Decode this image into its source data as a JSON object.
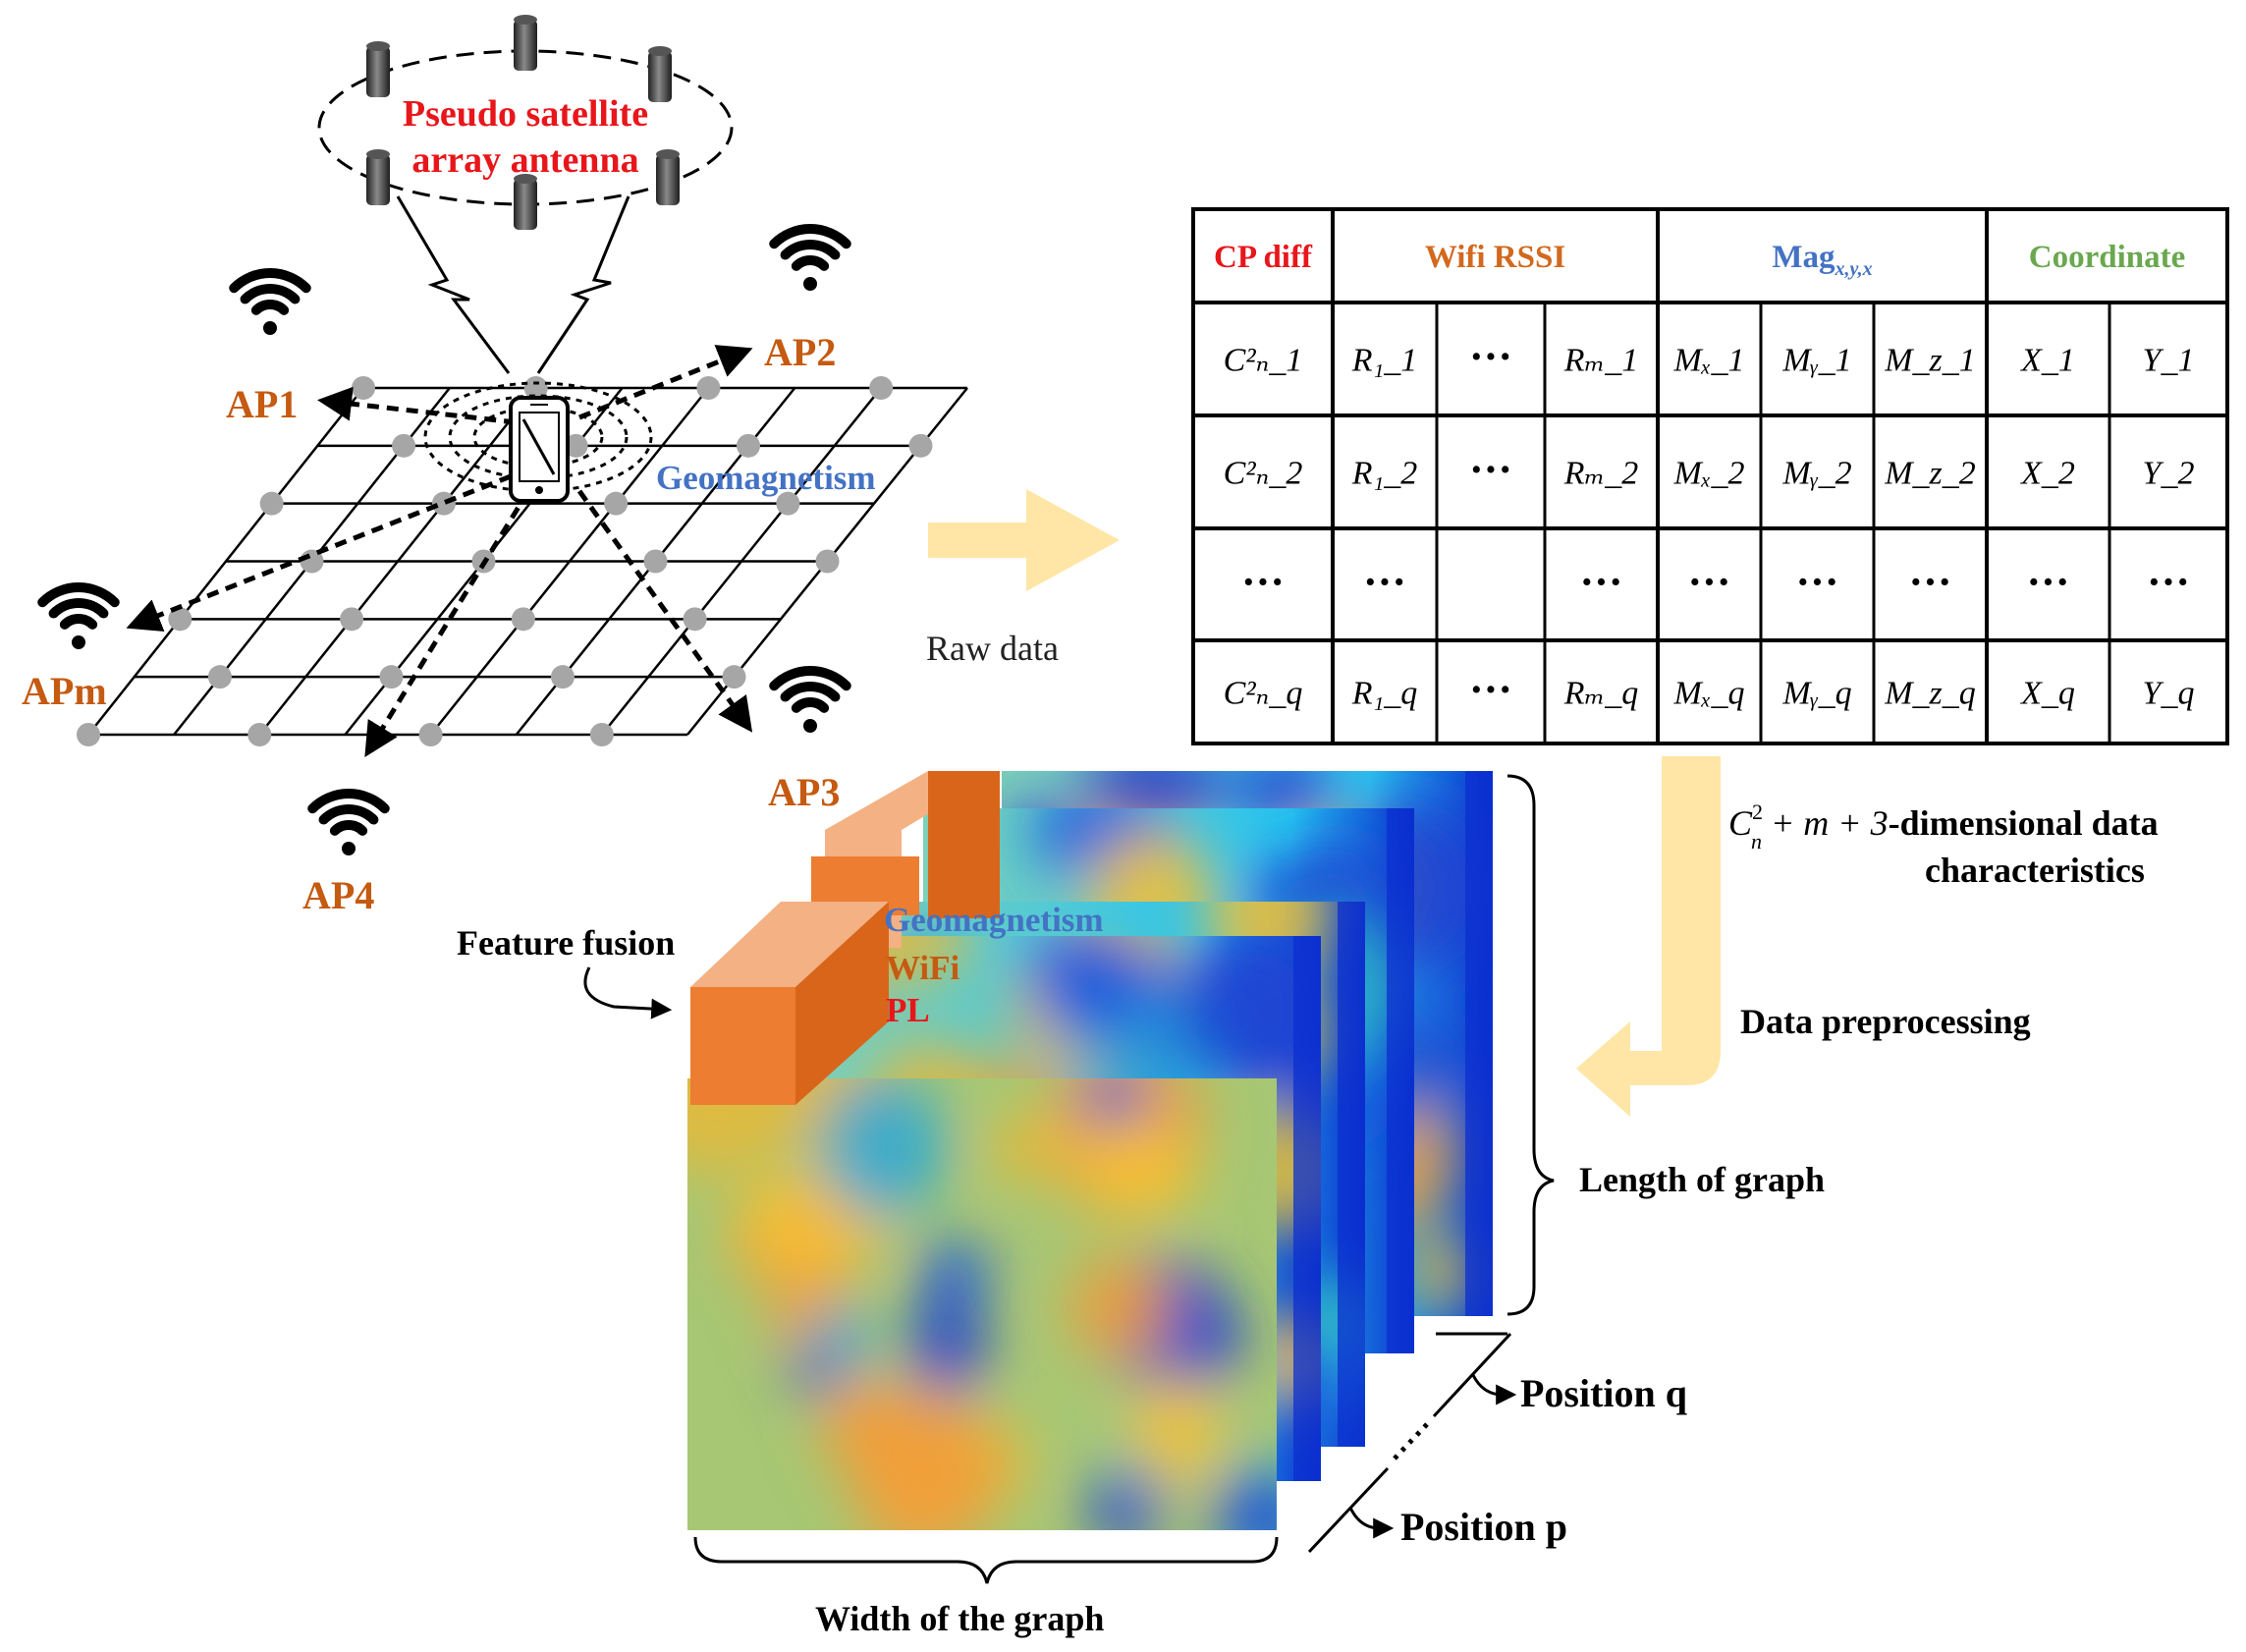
{
  "labels": {
    "pseudo_line1": "Pseudo satellite",
    "pseudo_line2": "array antenna",
    "ap1": "AP1",
    "ap2": "AP2",
    "ap3": "AP3",
    "ap4": "AP4",
    "apm": "APm",
    "geomagnetism": "Geomagnetism",
    "raw_data": "Raw data",
    "dimensional_prefix_base": "C",
    "dimensional_prefix_sup": "2",
    "dimensional_prefix_sub": "n",
    "dimensional_prefix_rest": " + m + 3",
    "dimensional_line1": "-dimensional data",
    "dimensional_line2": "characteristics",
    "data_preprocessing": "Data preprocessing",
    "length_of_graph": "Length of graph",
    "width_of_graph": "Width of the graph",
    "position_q": "Position q",
    "position_p": "Position p",
    "feature_fusion": "Feature fusion",
    "layer_geomagnetism": "Geomagnetism",
    "layer_wifi": "WiFi",
    "layer_pl": "PL"
  },
  "table": {
    "headers": [
      {
        "text": "CP diff",
        "color": "#e8161b"
      },
      {
        "text": "Wifi RSSI",
        "color": "#d2691e"
      },
      {
        "text": "Mag",
        "sub": "x,y,x",
        "color": "#4472c4"
      },
      {
        "text": "Coordinate",
        "color": "#6aa84f"
      }
    ],
    "rows": [
      [
        "C²ₙ_1",
        "R₁_1",
        "···",
        "Rₘ_1",
        "Mₓ_1",
        "Mᵧ_1",
        "M_z_1",
        "X_1",
        "Y_1"
      ],
      [
        "C²ₙ_2",
        "R₁_2",
        "···",
        "Rₘ_2",
        "Mₓ_2",
        "Mᵧ_2",
        "M_z_2",
        "X_2",
        "Y_2"
      ],
      [
        "···",
        "···",
        "",
        "···",
        "···",
        "···",
        "···",
        "···",
        "···"
      ],
      [
        "C²ₙ_q",
        "R₁_q",
        "···",
        "Rₘ_q",
        "Mₓ_q",
        "Mᵧ_q",
        "M_z_q",
        "X_q",
        "Y_q"
      ]
    ]
  },
  "colors": {
    "red_label": "#e8161b",
    "orange_label": "#c55a11",
    "blue_label": "#4472c4",
    "arrow_fill": "#ffe6a6",
    "cube_front": "#ed7d31",
    "cube_top": "#f4b183",
    "cube_side": "#d9651a"
  }
}
